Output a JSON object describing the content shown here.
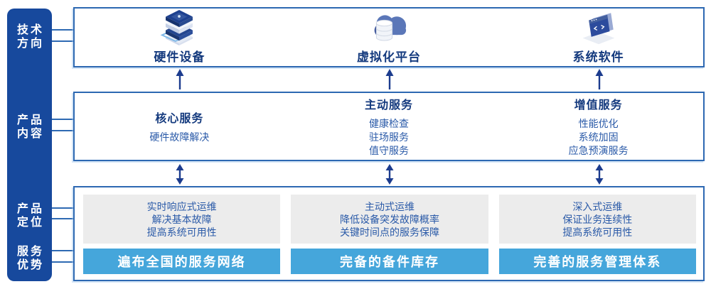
{
  "sidebar": {
    "items": [
      {
        "line1": "技术",
        "line2": "方向"
      },
      {
        "line1": "产品",
        "line2": "内容"
      },
      {
        "line1": "产品",
        "line2": "定位"
      },
      {
        "line1": "服务",
        "line2": "优势"
      }
    ]
  },
  "tech_row": {
    "items": [
      {
        "icon": "server-stack-icon",
        "label": "硬件设备"
      },
      {
        "icon": "cloud-database-icon",
        "label": "虚拟化平台"
      },
      {
        "icon": "code-window-icon",
        "label": "系统软件"
      }
    ]
  },
  "services_row": {
    "columns": [
      {
        "title": "核心服务",
        "lines": [
          "硬件故障解决"
        ]
      },
      {
        "title": "主动服务",
        "lines": [
          "健康检查",
          "驻场服务",
          "值守服务"
        ]
      },
      {
        "title": "增值服务",
        "lines": [
          "性能优化",
          "系统加固",
          "应急预演服务"
        ]
      }
    ]
  },
  "positioning_row": {
    "columns": [
      {
        "lines": [
          "实时响应式运维",
          "解决基本故障",
          "提高系统可用性"
        ],
        "bar": "遍布全国的服务网络"
      },
      {
        "lines": [
          "主动式运维",
          "降低设备突发故障概率",
          "关键时间点的服务保障"
        ],
        "bar": "完备的备件库存"
      },
      {
        "lines": [
          "深入式运维",
          "保证业务连续性",
          "提高系统可用性"
        ],
        "bar": "完善的服务管理体系"
      }
    ]
  },
  "colors": {
    "sidebar_bg": "#17499d",
    "box_border": "#2d68b2",
    "title_text": "#143a7e",
    "body_text": "#2a5aa8",
    "panel_bg": "#ececec",
    "bar_bg": "#45a6db",
    "arrow": "#1c3c8e"
  }
}
